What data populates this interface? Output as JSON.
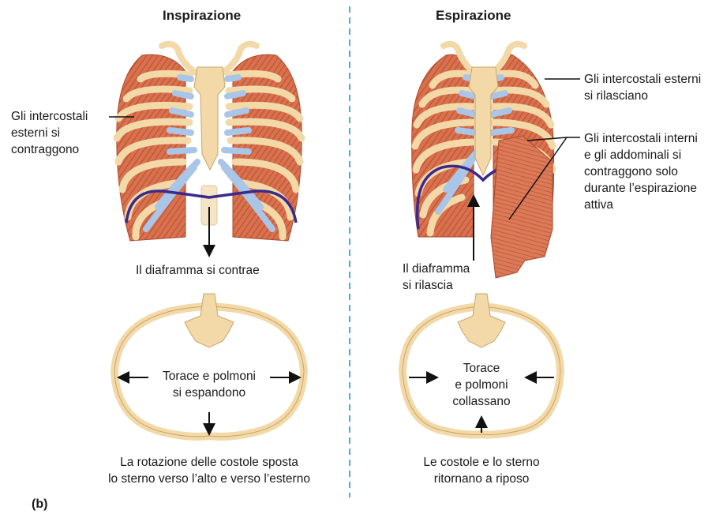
{
  "left": {
    "title": "Inspirazione",
    "ext_label": [
      "Gli intercostali",
      "esterni si",
      "contraggono"
    ],
    "diaphragm_label": "Il diaframma si contrae",
    "thorax_label": [
      "Torace e polmoni",
      "si espandono"
    ],
    "caption": [
      "La rotazione delle costole sposta",
      "lo sterno verso l’alto e verso l’esterno"
    ]
  },
  "right": {
    "title": "Espirazione",
    "ext_label": [
      "Gli intercostali esterni",
      "si rilasciano"
    ],
    "int_label": [
      "Gli intercostali interni",
      "e gli addominali si",
      "contraggono solo",
      "durante l’espirazione",
      "attiva"
    ],
    "diaphragm_label": [
      "Il diaframma",
      "si rilascia"
    ],
    "thorax_label": [
      "Torace",
      "e polmoni",
      "collassano"
    ],
    "caption": [
      "Le costole e lo sterno",
      "ritornano a riposo"
    ]
  },
  "panel_letter": "(b)",
  "colors": {
    "bone": "#f3d9a8",
    "bone_stroke": "#c9a46a",
    "muscle": "#d9714e",
    "muscle_stroke": "#a84a2e",
    "cartilage": "#a9c6e8",
    "diaphragm": "#3b2a8c",
    "divider": "#3fb0d8"
  }
}
